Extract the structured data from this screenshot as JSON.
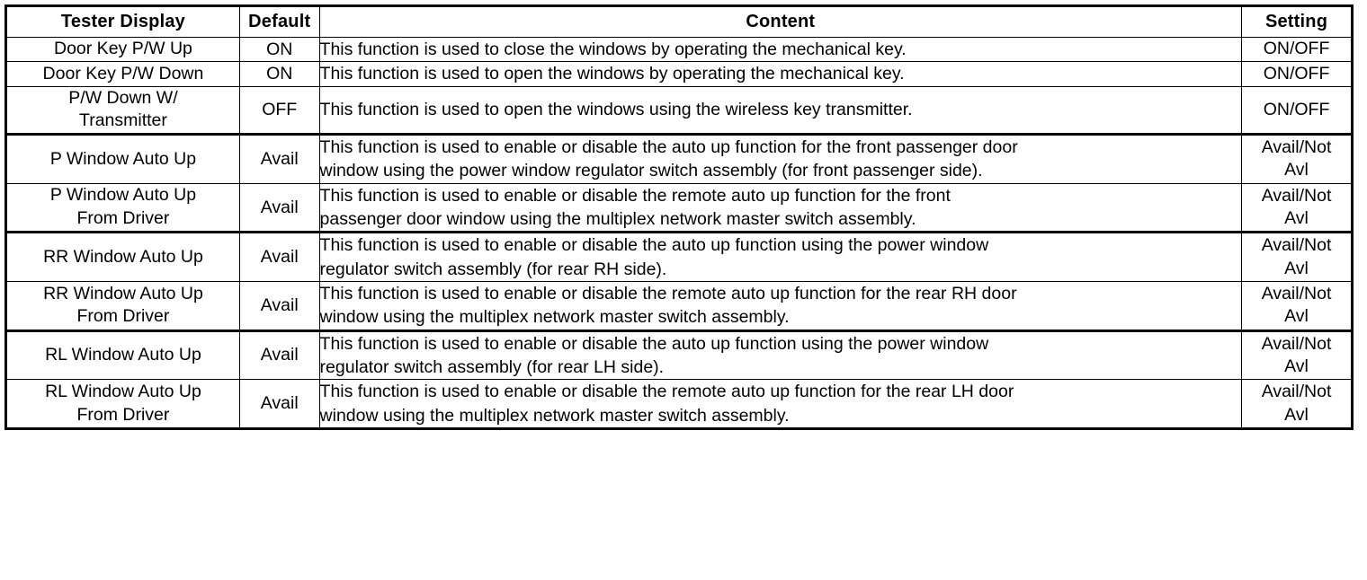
{
  "table": {
    "headers": {
      "display": "Tester Display",
      "default": "Default",
      "content": "Content",
      "setting": "Setting"
    },
    "rows": [
      {
        "display_line1": "Door Key P/W Up",
        "display_line2": "",
        "default": "ON",
        "content_line1": "This function is used to close the windows by operating the mechanical key.",
        "content_line2": "",
        "setting_line1": "ON/OFF",
        "setting_line2": ""
      },
      {
        "display_line1": "Door Key P/W Down",
        "display_line2": "",
        "default": "ON",
        "content_line1": "This function is used to open the windows by operating the mechanical key.",
        "content_line2": "",
        "setting_line1": "ON/OFF",
        "setting_line2": ""
      },
      {
        "display_line1": "P/W Down W/",
        "display_line2": "Transmitter",
        "default": "OFF",
        "content_line1": "This function is used to open the windows using the wireless key transmitter.",
        "content_line2": "",
        "setting_line1": "ON/OFF",
        "setting_line2": ""
      },
      {
        "display_line1": "P Window Auto Up",
        "display_line2": "",
        "default": "Avail",
        "content_line1": "This function is used to enable or disable the auto up function for the front passenger door",
        "content_line2": "window using the power window regulator switch assembly (for front passenger side).",
        "setting_line1": "Avail/Not",
        "setting_line2": "Avl"
      },
      {
        "display_line1": "P Window Auto Up",
        "display_line2": "From Driver",
        "default": "Avail",
        "content_line1": "This function is used to enable or disable the remote auto up function for the front",
        "content_line2": "passenger door window using the multiplex network master switch assembly.",
        "setting_line1": "Avail/Not",
        "setting_line2": "Avl"
      },
      {
        "display_line1": "RR Window Auto Up",
        "display_line2": "",
        "default": "Avail",
        "content_line1": "This function is used to enable or disable the auto up function using the power window",
        "content_line2": "regulator switch assembly (for rear RH side).",
        "setting_line1": "Avail/Not",
        "setting_line2": "Avl"
      },
      {
        "display_line1": "RR Window Auto Up",
        "display_line2": "From Driver",
        "default": "Avail",
        "content_line1": "This function is used to enable or disable the remote auto up function for the rear RH door",
        "content_line2": "window using the multiplex network master switch assembly.",
        "setting_line1": "Avail/Not",
        "setting_line2": "Avl"
      },
      {
        "display_line1": "RL Window Auto Up",
        "display_line2": "",
        "default": "Avail",
        "content_line1": "This function is used to enable or disable the auto up function using the power window",
        "content_line2": "regulator switch assembly (for rear LH side).",
        "setting_line1": "Avail/Not",
        "setting_line2": "Avl"
      },
      {
        "display_line1": "RL Window Auto Up",
        "display_line2": "From Driver",
        "default": "Avail",
        "content_line1": "This function is used to enable or disable the remote auto up function for the rear LH door",
        "content_line2": "window using the multiplex network master switch assembly.",
        "setting_line1": "Avail/Not",
        "setting_line2": "Avl"
      }
    ]
  }
}
